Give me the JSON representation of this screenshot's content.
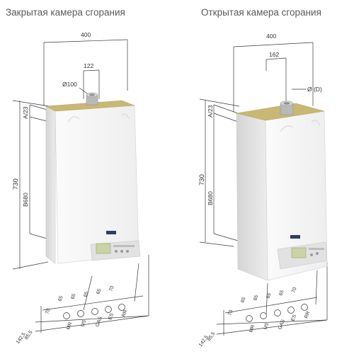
{
  "captions": {
    "left": "Закрытая камера сгорания",
    "right": "Открытая камера сгорания"
  },
  "boilers": [
    {
      "name": "closed",
      "width_label": "400",
      "flue_offset_label": "122",
      "flue_diameter_label": "Ø100",
      "top_gap_label": "A/23",
      "height_label": "730",
      "bracket_label": "B680",
      "spacing_labels": [
        "70",
        "65",
        "65",
        "65",
        "65",
        "70"
      ],
      "pipe_labels": [
        "MR",
        "US",
        "GAS",
        "ES",
        "RR"
      ],
      "depth_labels": [
        "85,5",
        "142,5"
      ]
    },
    {
      "name": "open",
      "width_label": "400",
      "flue_offset_label": "162",
      "flue_diameter_label": "Ø (D)",
      "top_gap_label": "A/23",
      "height_label": "730",
      "bracket_label": "B680",
      "spacing_labels": [
        "70",
        "65",
        "65",
        "65",
        "65",
        "70"
      ],
      "pipe_labels": [
        "MR",
        "US",
        "GAS",
        "ES",
        "RR"
      ],
      "depth_labels": [
        "85,5",
        "142,5"
      ]
    }
  ],
  "colors": {
    "casing": "#f4f4f4",
    "casing_side": "#dedede",
    "panel": "#d9d9d9",
    "display": "#c9d3a4",
    "top_plate": "#c9b774",
    "flue": "#b9b9b9"
  }
}
